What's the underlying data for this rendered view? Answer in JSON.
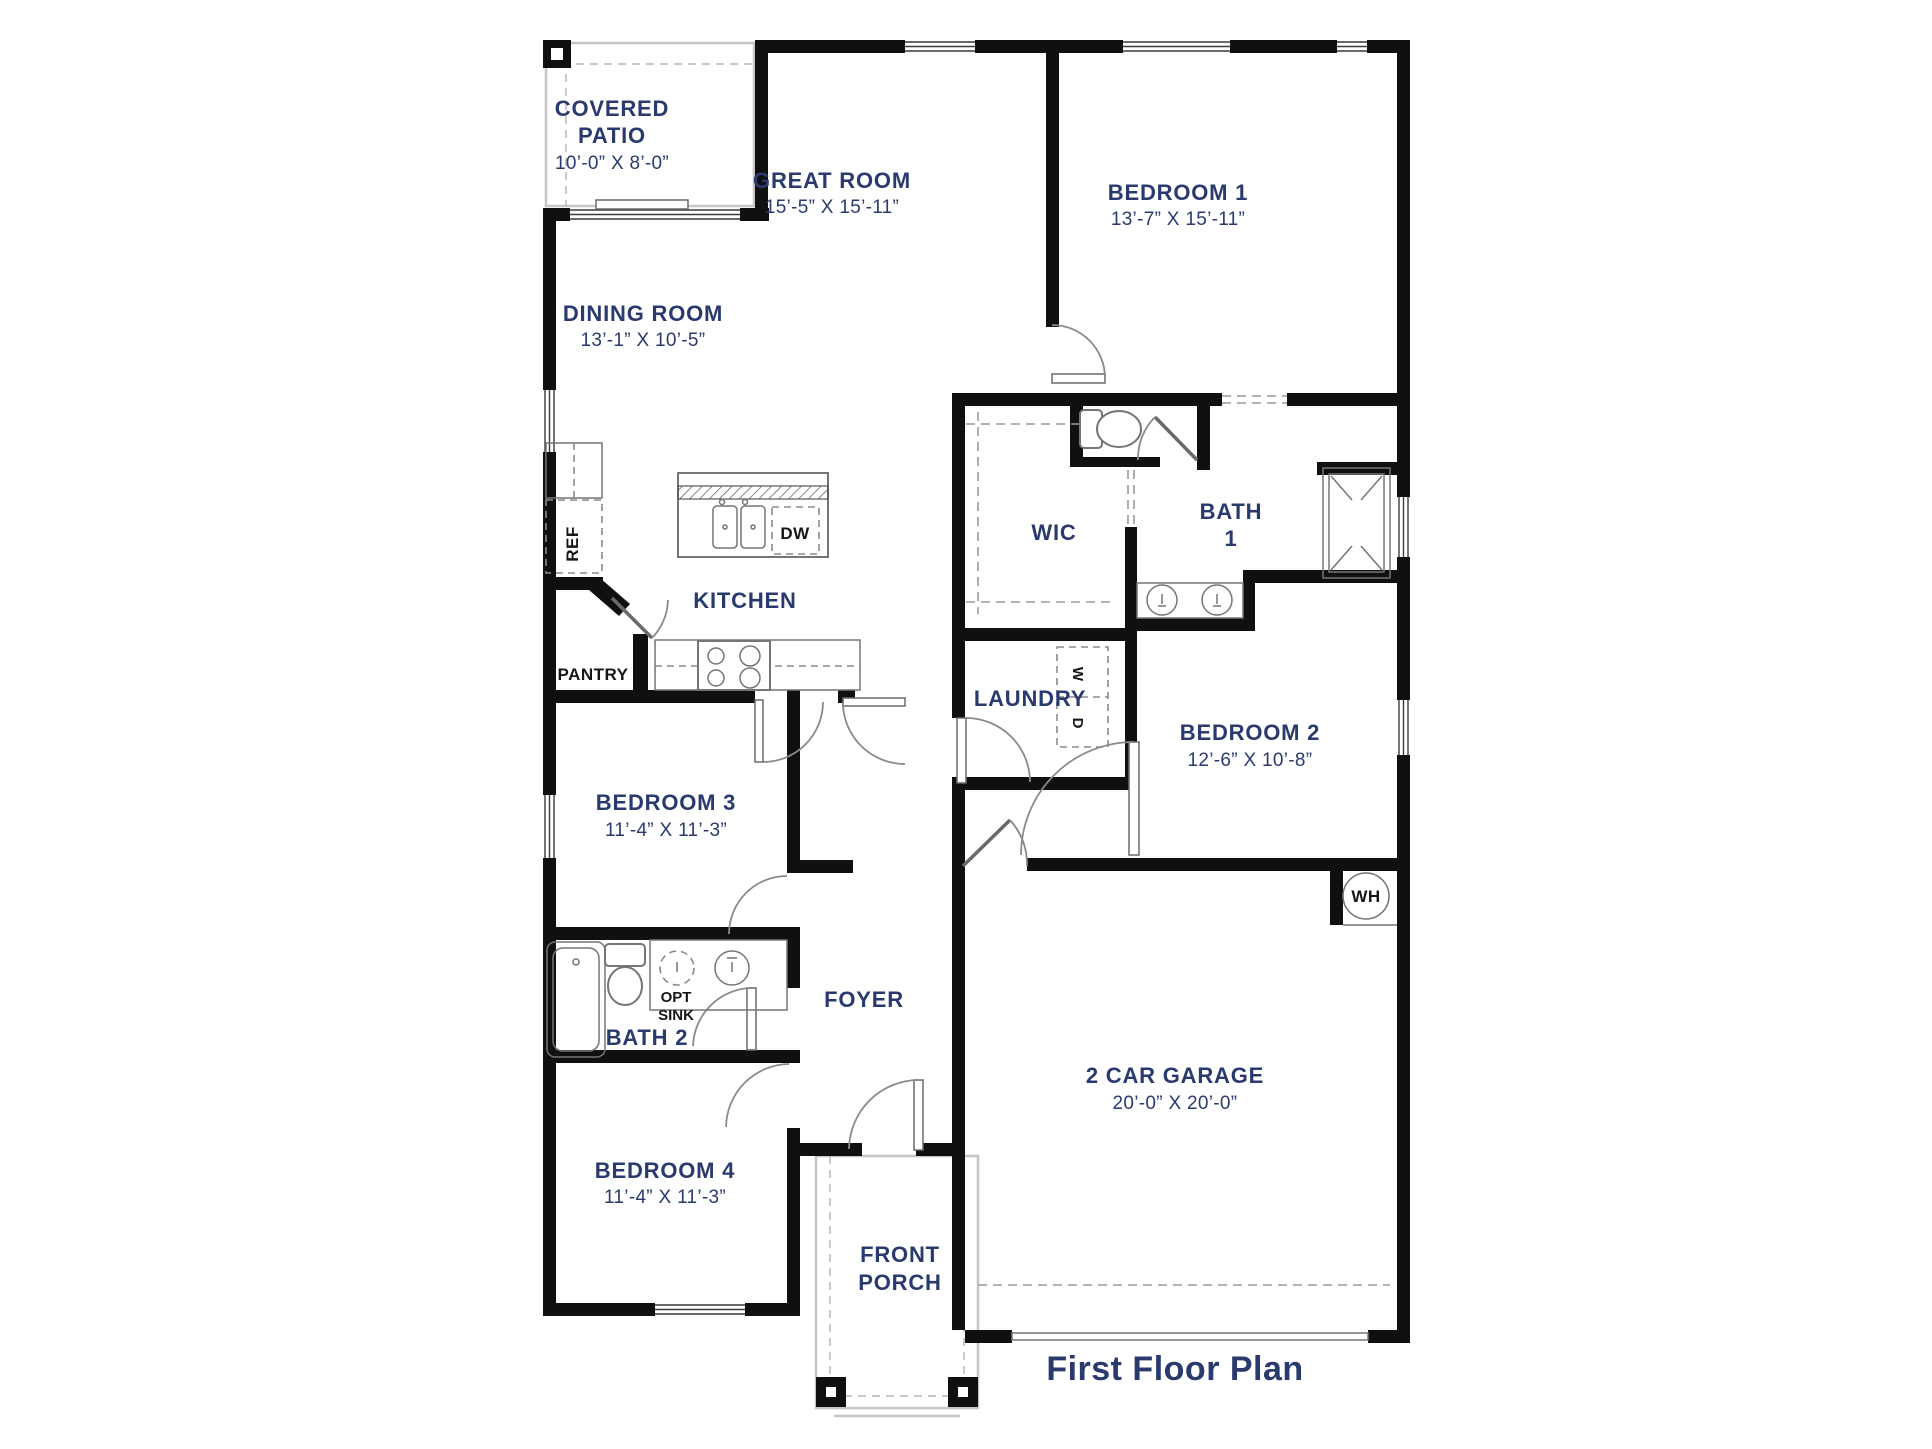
{
  "title": "First Floor Plan",
  "colors": {
    "label_navy": "#2a3a6e",
    "wall_black": "#101010"
  },
  "rooms": {
    "covered_patio": {
      "name_line1": "COVERED",
      "name_line2": "PATIO",
      "dims": "10’-0” X 8’-0”"
    },
    "great_room": {
      "name": "GREAT ROOM",
      "dims": "15’-5” X 15’-11”"
    },
    "bedroom1": {
      "name": "BEDROOM 1",
      "dims": "13’-7” X 15’-11”"
    },
    "dining_room": {
      "name": "DINING ROOM",
      "dims": "13’-1” X 10’-5”"
    },
    "wic": {
      "name": "WIC"
    },
    "bath1": {
      "name_line1": "BATH",
      "name_line2": "1"
    },
    "kitchen": {
      "name": "KITCHEN"
    },
    "laundry": {
      "name": "LAUNDRY"
    },
    "bedroom2": {
      "name": "BEDROOM 2",
      "dims": "12’-6” X 10’-8”"
    },
    "bedroom3": {
      "name": "BEDROOM 3",
      "dims": "11’-4” X 11’-3”"
    },
    "bath2": {
      "name": "BATH 2"
    },
    "foyer": {
      "name": "FOYER"
    },
    "bedroom4": {
      "name": "BEDROOM 4",
      "dims": "11’-4” X 11’-3”"
    },
    "front_porch": {
      "name_line1": "FRONT",
      "name_line2": "PORCH"
    },
    "garage": {
      "name": "2 CAR GARAGE",
      "dims": "20’-0” X 20’-0”"
    }
  },
  "fixtures": {
    "ref": "REF",
    "dw": "DW",
    "pantry": "PANTRY",
    "opt_sink_line1": "OPT",
    "opt_sink_line2": "SINK",
    "washer": "W",
    "dryer": "D",
    "water_heater": "WH"
  }
}
